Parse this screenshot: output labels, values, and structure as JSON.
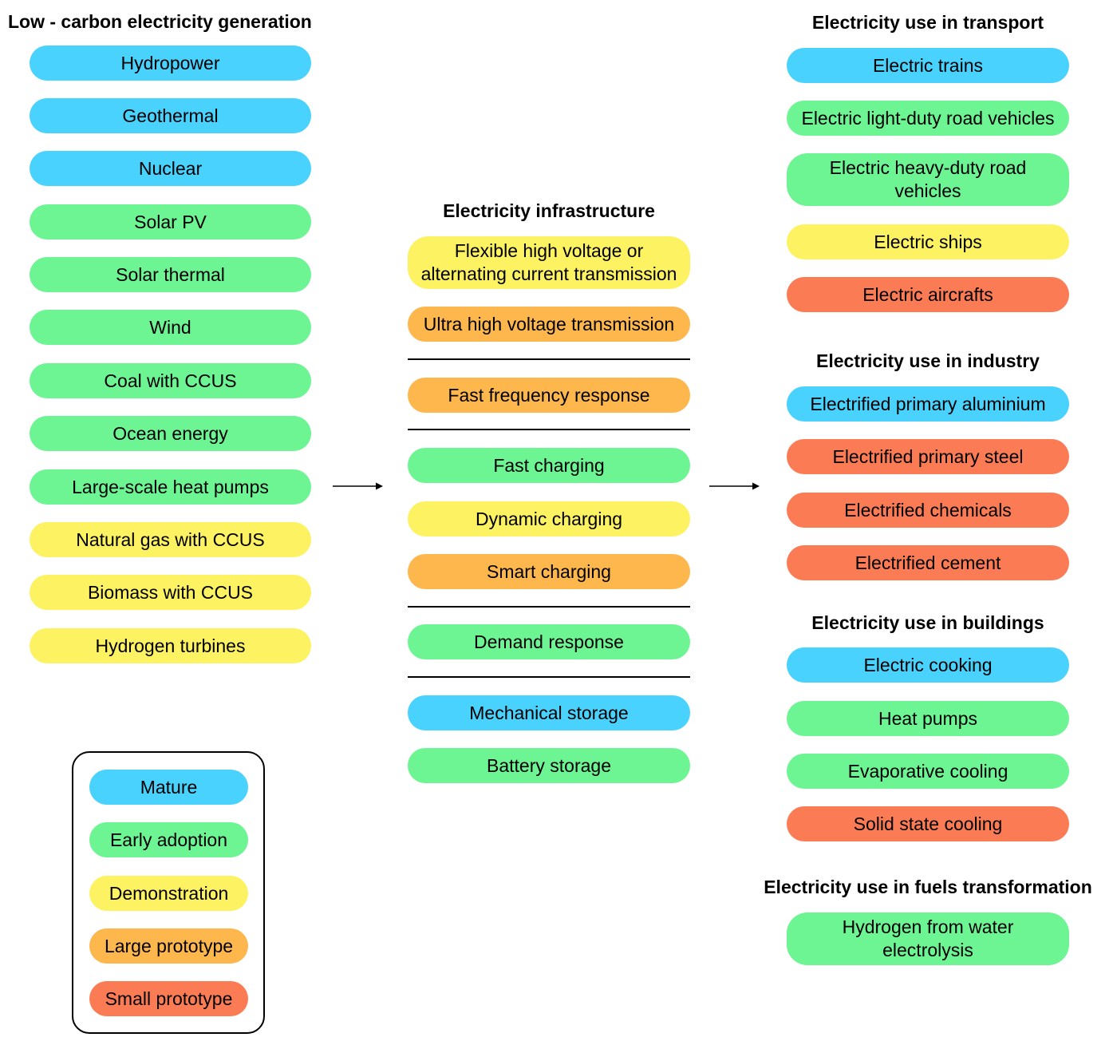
{
  "generation": {
    "heading": "Low - carbon electricity generation",
    "items": [
      {
        "label": "Hydropower",
        "level": "Mature"
      },
      {
        "label": "Geothermal",
        "level": "Mature"
      },
      {
        "label": "Nuclear",
        "level": "Mature"
      },
      {
        "label": "Solar PV",
        "level": "Early adoption"
      },
      {
        "label": "Solar thermal",
        "level": "Early adoption"
      },
      {
        "label": "Wind",
        "level": "Early adoption"
      },
      {
        "label": "Coal with CCUS",
        "level": "Early adoption"
      },
      {
        "label": "Ocean energy",
        "level": "Early adoption"
      },
      {
        "label": "Large-scale heat pumps",
        "level": "Early adoption"
      },
      {
        "label": "Natural gas with CCUS",
        "level": "Demonstration"
      },
      {
        "label": "Biomass with CCUS",
        "level": "Demonstration"
      },
      {
        "label": "Hydrogen turbines",
        "level": "Demonstration"
      }
    ]
  },
  "infrastructure": {
    "heading": "Electricity infrastructure",
    "items": [
      {
        "label": "Flexible high voltage or alternating current transmission",
        "level": "Demonstration"
      },
      {
        "label": "Ultra high voltage transmission",
        "level": "Large prototype"
      },
      {
        "label": "Fast frequency response",
        "level": "Large prototype"
      },
      {
        "label": "Fast charging",
        "level": "Early adoption"
      },
      {
        "label": "Dynamic charging",
        "level": "Demonstration"
      },
      {
        "label": "Smart charging",
        "level": "Large prototype"
      },
      {
        "label": "Demand response",
        "level": "Early adoption"
      },
      {
        "label": "Mechanical storage",
        "level": "Mature"
      },
      {
        "label": "Battery storage",
        "level": "Early adoption"
      }
    ]
  },
  "transport": {
    "heading": "Electricity use in transport",
    "items": [
      {
        "label": "Electric trains",
        "level": "Mature"
      },
      {
        "label": "Electric light-duty road vehicles",
        "level": "Early adoption"
      },
      {
        "label": "Electric heavy-duty road vehicles",
        "level": "Early adoption"
      },
      {
        "label": "Electric ships",
        "level": "Demonstration"
      },
      {
        "label": "Electric aircrafts",
        "level": "Small prototype"
      }
    ]
  },
  "industry": {
    "heading": "Electricity use in industry",
    "items": [
      {
        "label": "Electrified primary aluminium",
        "level": "Mature"
      },
      {
        "label": "Electrified primary steel",
        "level": "Small prototype"
      },
      {
        "label": "Electrified chemicals",
        "level": "Small prototype"
      },
      {
        "label": "Electrified cement",
        "level": "Small prototype"
      }
    ]
  },
  "buildings": {
    "heading": "Electricity use in buildings",
    "items": [
      {
        "label": "Electric cooking",
        "level": "Mature"
      },
      {
        "label": "Heat pumps",
        "level": "Early adoption"
      },
      {
        "label": "Evaporative cooling",
        "level": "Early adoption"
      },
      {
        "label": "Solid state cooling",
        "level": "Small prototype"
      }
    ]
  },
  "fuels": {
    "heading": "Electricity use in fuels transformation",
    "items": [
      {
        "label": "Hydrogen from water electrolysis",
        "level": "Early adoption"
      }
    ]
  },
  "legend": {
    "items": [
      {
        "label": "Mature",
        "color": "#48d2fd"
      },
      {
        "label": "Early adoption",
        "color": "#6df493"
      },
      {
        "label": "Demonstration",
        "color": "#fdf262"
      },
      {
        "label": "Large prototype",
        "color": "#fdb74d"
      },
      {
        "label": "Small prototype",
        "color": "#fb7b55"
      }
    ]
  },
  "colors": {
    "mature": "#48d2fd",
    "early_adoption": "#6df493",
    "demonstration": "#fdf262",
    "large_prototype": "#fdb74d",
    "small_prototype": "#fb7b55"
  }
}
